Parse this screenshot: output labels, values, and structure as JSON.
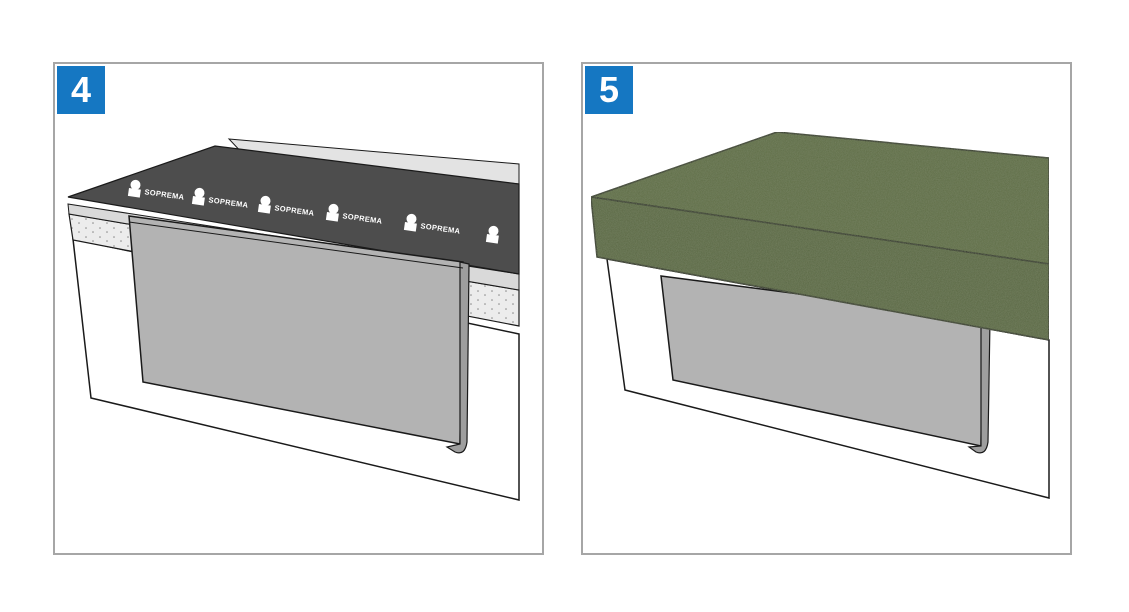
{
  "panels": [
    {
      "step": "4",
      "membrane_brand": "SOPREMA"
    },
    {
      "step": "5"
    }
  ],
  "colors": {
    "badge": "#1577c2",
    "frame": "#a6a6a6",
    "membrane": "#4d4d4d",
    "metal_drip_edge": "#b3b3b3",
    "granular_cap_sheet": "#5c6b43",
    "insulation": "#ececec"
  }
}
